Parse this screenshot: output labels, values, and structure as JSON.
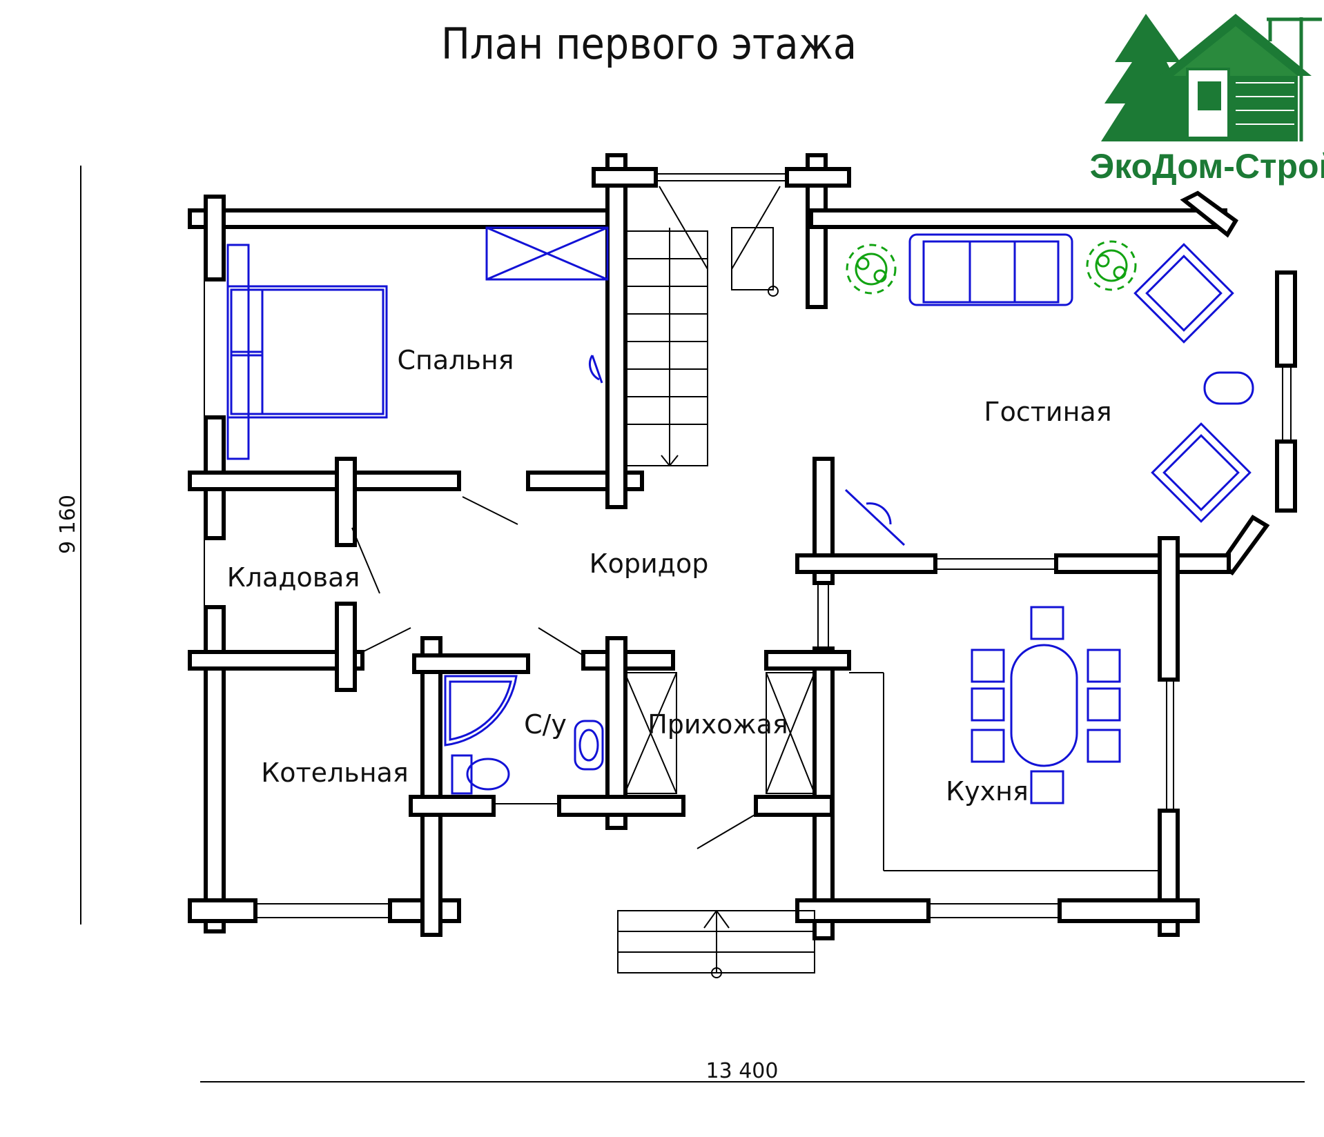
{
  "title": "План первого этажа",
  "logo": {
    "text": "ЭкоДом-Строй",
    "colors": {
      "green": "#1c7a35",
      "dark_green": "#125a24",
      "brick": "#2a8a3d"
    },
    "icon": "house-tree-crane-icon"
  },
  "rooms": {
    "bedroom": "Спальня",
    "living": "Гостиная",
    "corridor": "Коридор",
    "storage": "Кладовая",
    "boiler": "Котельная",
    "bathroom": "С/у",
    "hall": "Прихожая",
    "kitchen": "Кухня"
  },
  "dimensions": {
    "width": "13 400",
    "height": "9 160"
  },
  "colors": {
    "walls": "#000000",
    "furniture": "#1212d6",
    "plants": "#12a312"
  }
}
